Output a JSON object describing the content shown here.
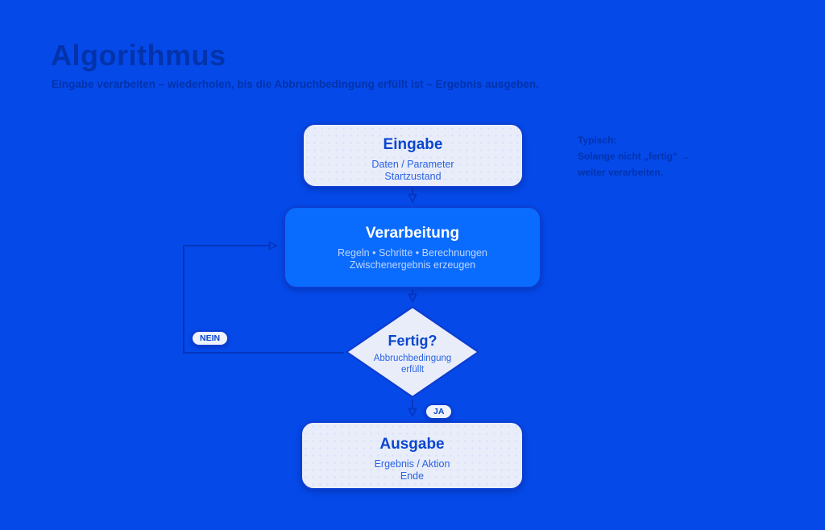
{
  "header": {
    "title": "Algorithmus",
    "subtitle": "Eingabe verarbeiten – wiederholen, bis die Abbruchbedingung erfüllt ist – Ergebnis ausgeben."
  },
  "flow": {
    "input": {
      "title": "Eingabe",
      "line1": "Daten / Parameter",
      "line2": "Startzustand"
    },
    "process": {
      "title": "Verarbeitung",
      "line1": "Regeln • Schritte • Berechnungen",
      "line2": "Zwischenergebnis erzeugen"
    },
    "decision": {
      "title": "Fertig?",
      "line1": "Abbruchbedingung",
      "line2": "erfüllt"
    },
    "output": {
      "title": "Ausgabe",
      "line1": "Ergebnis / Aktion",
      "line2": "Ende"
    },
    "edge_labels": {
      "no": "NEIN",
      "yes": "JA"
    }
  },
  "note": {
    "line1": "Typisch:",
    "line2": "Solange nicht „fertig“ →",
    "line3": "weiter verarbeiten."
  },
  "colors": {
    "background": "#0549e9",
    "heading_text": "#0233ab",
    "card_fill": "#e9edfa",
    "card_border": "#0c3ed2",
    "process_fill": "#0a6bff",
    "node_title_text": "#0a46cf",
    "node_body_text": "#2a62e2",
    "process_body_text": "#bfd7ff",
    "connector": "#0435bd"
  }
}
